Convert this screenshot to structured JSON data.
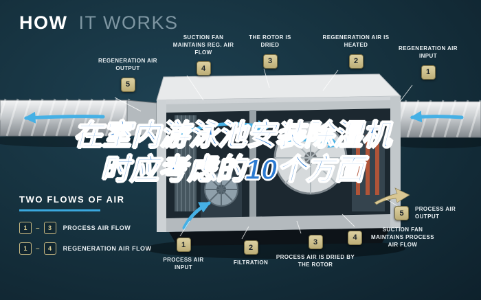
{
  "title": {
    "word_bold": "HOW",
    "word_light": "IT WORKS"
  },
  "overlay": {
    "line1": "在室内游泳池安装除湿机",
    "line2": "时应考虑的10个方面"
  },
  "callouts": [
    {
      "num": "5",
      "label": "REGENERATION AIR OUTPUT"
    },
    {
      "num": "4",
      "label": "SUCTION FAN MAINTAINS REG. AIR FLOW"
    },
    {
      "num": "3",
      "label": "THE ROTOR IS DRIED"
    },
    {
      "num": "2",
      "label": "REGENERATION AIR IS HEATED"
    },
    {
      "num": "1",
      "label": "REGENERATION AIR INPUT"
    },
    {
      "num": "1",
      "label": "PROCESS AIR INPUT"
    },
    {
      "num": "2",
      "label": "FILTRATION"
    },
    {
      "num": "3",
      "label": "PROCESS AIR IS DRIED BY THE ROTOR"
    },
    {
      "num": "4",
      "label": "SUCTION FAN MAINTAINS PROCESS AIR FLOW"
    },
    {
      "num": "5",
      "label": "PROCESS AIR OUTPUT"
    }
  ],
  "legend": {
    "title": "TWO FLOWS OF AIR",
    "rows": [
      {
        "from": "1",
        "dash": "–",
        "to": "3",
        "label": "PROCESS AIR FLOW"
      },
      {
        "from": "1",
        "dash": "–",
        "to": "4",
        "label": "REGENERATION AIR FLOW"
      }
    ]
  },
  "colors": {
    "background": "#16323f",
    "accent_blue": "#45b0e5",
    "badge_tan": "#cfc08b",
    "overlay_blue": "#2b7ad2"
  }
}
